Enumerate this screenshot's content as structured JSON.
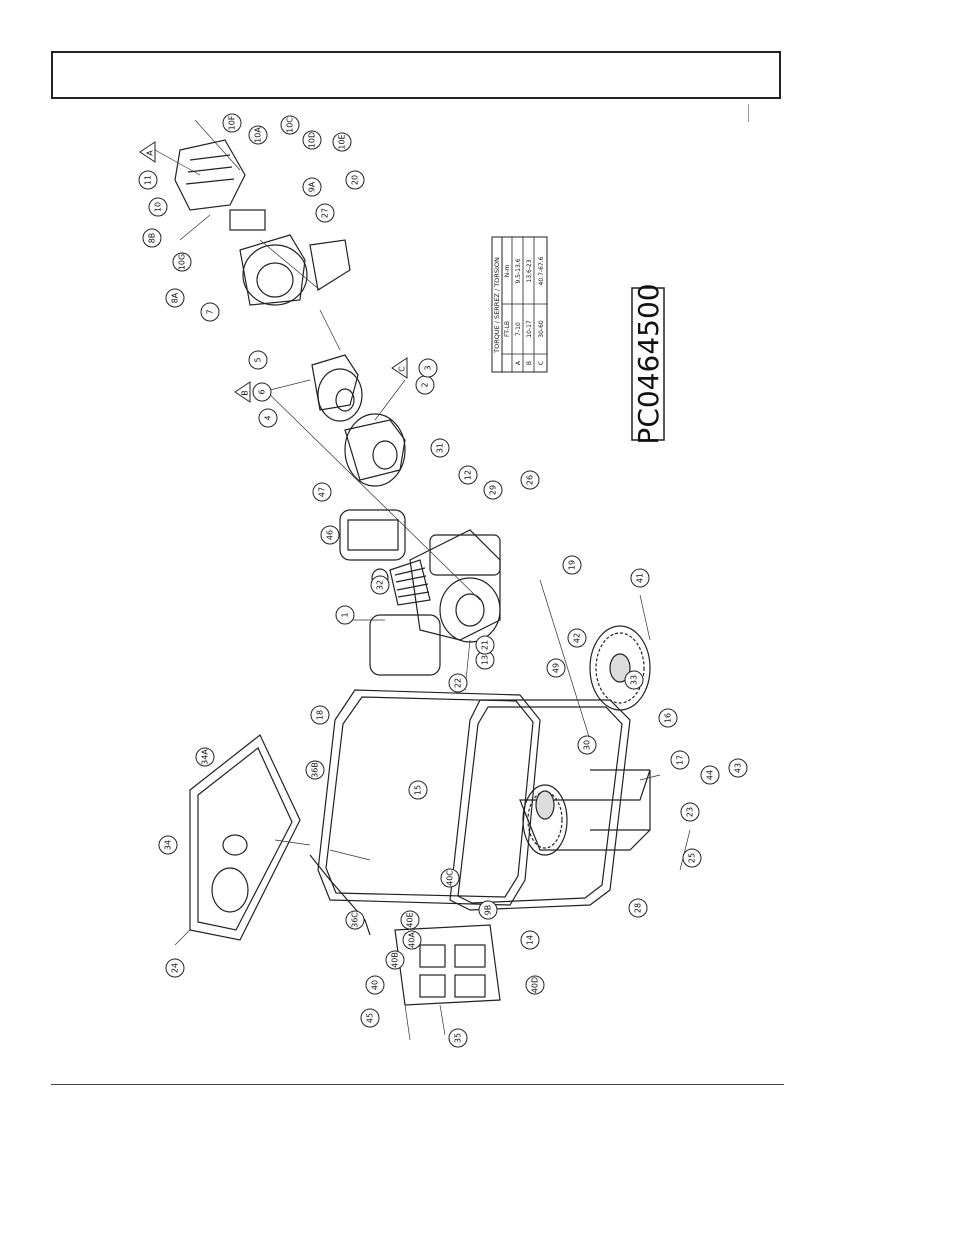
{
  "drawing_code": "PC0464500",
  "torque_table": {
    "headers": [
      "TORQUE / SERREZ / TORSION",
      "FT-LB",
      "N-m"
    ],
    "rows": [
      {
        "mark": "A",
        "ft_lb": "7-10",
        "n_m": "9.5-13.6"
      },
      {
        "mark": "B",
        "ft_lb": "10-17",
        "n_m": "13.6-23"
      },
      {
        "mark": "C",
        "ft_lb": "30-60",
        "n_m": "40.7-67.6"
      }
    ]
  },
  "callouts": [
    "1",
    "2",
    "3",
    "4",
    "5",
    "6",
    "7",
    "8A",
    "8B",
    "9A",
    "9B",
    "10",
    "10A",
    "10C",
    "10D",
    "10E",
    "10F",
    "10G",
    "11",
    "12",
    "13",
    "14",
    "15",
    "16",
    "17",
    "18",
    "19",
    "20",
    "21",
    "22",
    "23",
    "24",
    "25",
    "26",
    "27",
    "28",
    "29",
    "30",
    "31",
    "32",
    "33",
    "34",
    "34A",
    "35",
    "36B",
    "36C",
    "40",
    "40A",
    "40B",
    "40C",
    "40D",
    "40E",
    "41",
    "42",
    "43",
    "44",
    "45",
    "46",
    "47",
    "49"
  ],
  "torque_marks": [
    "A",
    "B",
    "C"
  ]
}
